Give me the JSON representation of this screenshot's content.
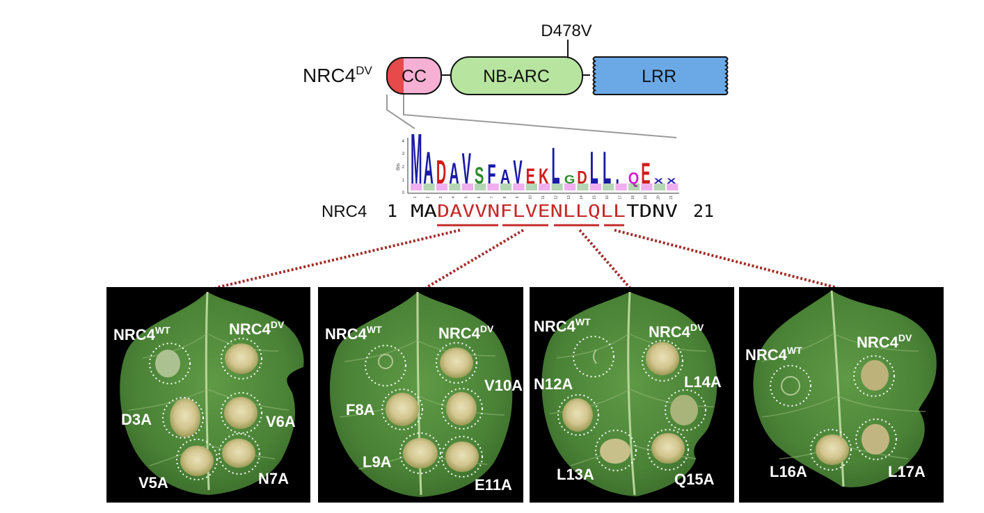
{
  "construct": {
    "name": "NRC4",
    "name_sup": "DV",
    "mutation": "D478V",
    "domains": {
      "cc": "CC",
      "nbarc": "NB-ARC",
      "lrr": "LRR"
    }
  },
  "logo": {
    "y_axis_label": "Bits",
    "y_ticks": [
      "4",
      "3",
      "2",
      "1",
      "0"
    ],
    "positions": [
      "1",
      "2",
      "3",
      "4",
      "5",
      "6",
      "7",
      "8",
      "9",
      "10",
      "11",
      "12",
      "13",
      "14",
      "15",
      "16",
      "17",
      "18",
      "19",
      "20",
      "21"
    ],
    "top_letters": [
      "M",
      "A",
      "D",
      "A",
      "V",
      "S",
      "F",
      "A",
      "V",
      "E",
      "K",
      "L",
      "G",
      "D",
      "L",
      "L",
      "I",
      "Q",
      "E",
      "X",
      "X"
    ],
    "colors": {
      "hydrophobic": "#1a1aa8",
      "acidic": "#d01c1c",
      "basic": "#6b2fa3",
      "polar": "#2c8a2c",
      "amide": "#d21ad2",
      "other": "#e8a400"
    }
  },
  "sequence": {
    "label": "NRC4",
    "start": "1",
    "prefix": "MA",
    "highlighted": "DAVVNFLVENLLQLL",
    "suffix": "TDNV",
    "end": "21"
  },
  "panels": [
    {
      "labels": {
        "wt": "NRC4",
        "wt_sup": "WT",
        "dv": "NRC4",
        "dv_sup": "DV",
        "m1": "D3A",
        "m2": "V6A",
        "m3": "V5A",
        "m4": "N7A"
      }
    },
    {
      "labels": {
        "wt": "NRC4",
        "wt_sup": "WT",
        "dv": "NRC4",
        "dv_sup": "DV",
        "m1": "V10A",
        "m2": "F8A",
        "m3": "L9A",
        "m4": "E11A"
      }
    },
    {
      "labels": {
        "wt": "NRC4",
        "wt_sup": "WT",
        "dv": "NRC4",
        "dv_sup": "DV",
        "m1": "N12A",
        "m2": "L14A",
        "m3": "L13A",
        "m4": "Q15A"
      }
    },
    {
      "labels": {
        "wt": "NRC4",
        "wt_sup": "WT",
        "dv": "NRC4",
        "dv_sup": "DV",
        "m1": "L16A",
        "m2": "L17A"
      }
    }
  ]
}
